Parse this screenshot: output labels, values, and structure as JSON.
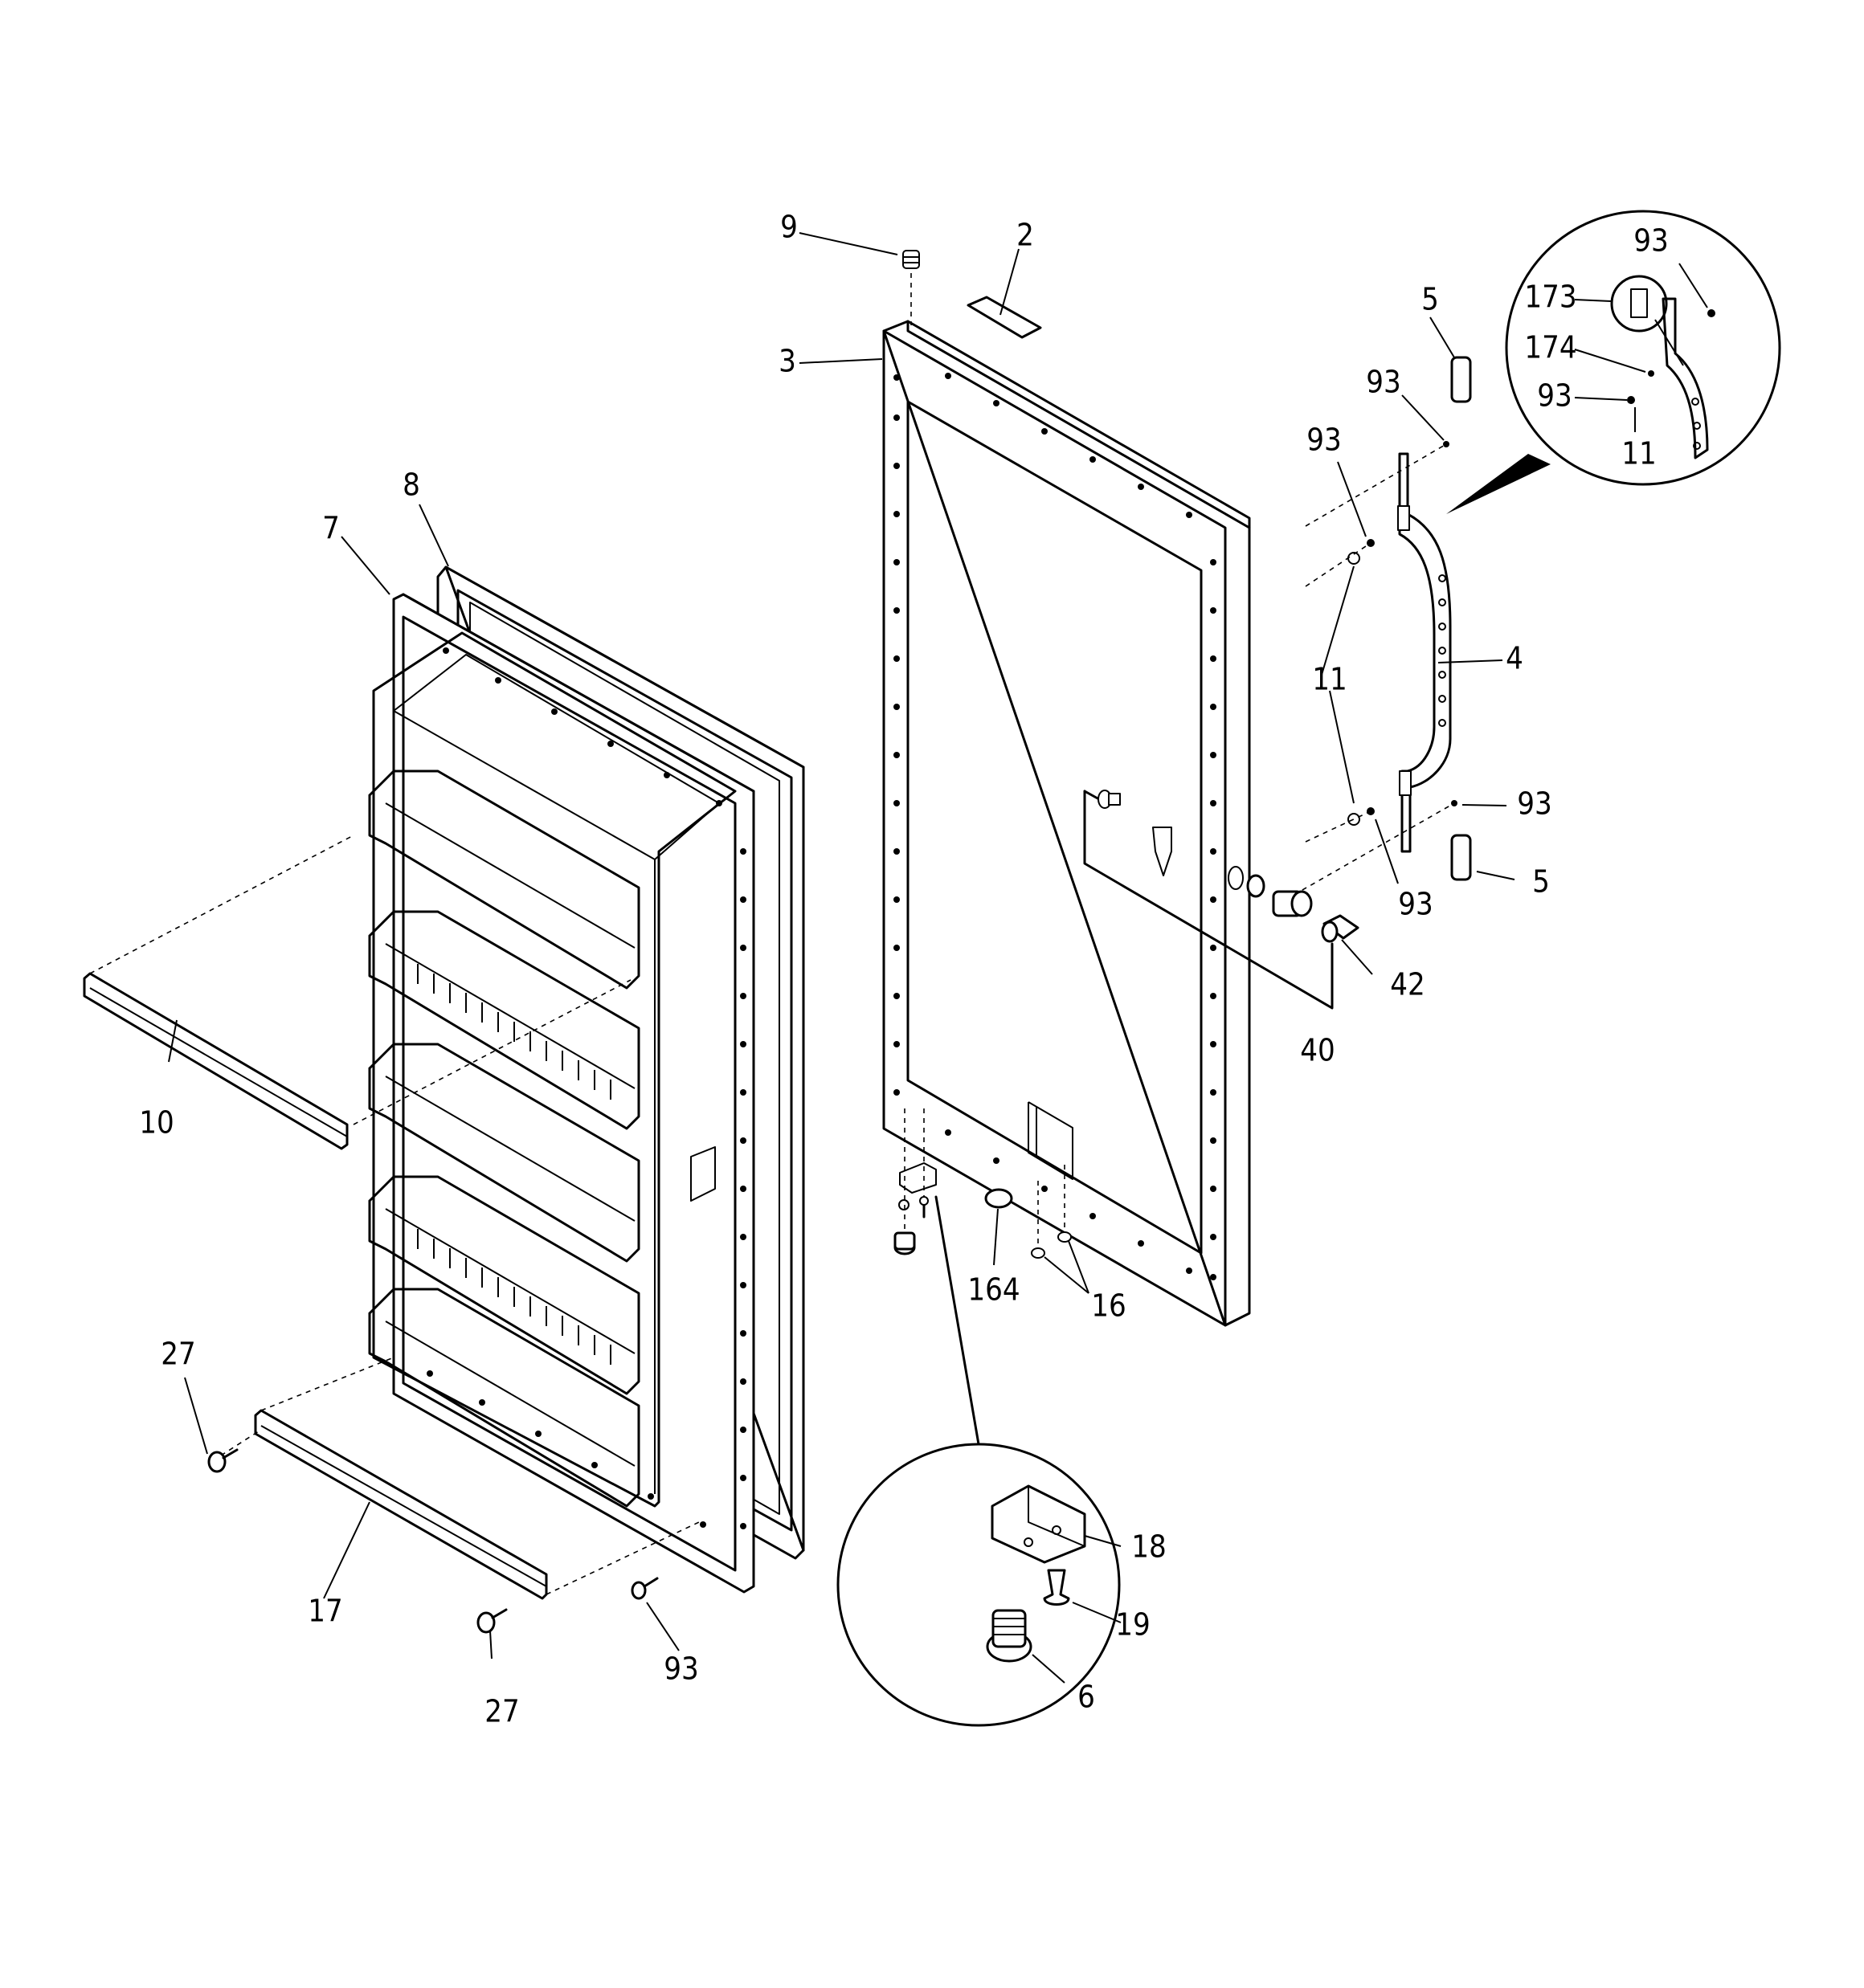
{
  "diagram": {
    "callouts": [
      {
        "id": "c9",
        "text": "9"
      },
      {
        "id": "c2",
        "text": "2"
      },
      {
        "id": "c3",
        "text": "3"
      },
      {
        "id": "c8",
        "text": "8"
      },
      {
        "id": "c7",
        "text": "7"
      },
      {
        "id": "c10",
        "text": "10"
      },
      {
        "id": "c27a",
        "text": "27"
      },
      {
        "id": "c17",
        "text": "17"
      },
      {
        "id": "c27b",
        "text": "27"
      },
      {
        "id": "c93a",
        "text": "93"
      },
      {
        "id": "c5a",
        "text": "5"
      },
      {
        "id": "c93b",
        "text": "93"
      },
      {
        "id": "c93c",
        "text": "93"
      },
      {
        "id": "c11a",
        "text": "11"
      },
      {
        "id": "c4",
        "text": "4"
      },
      {
        "id": "c93d",
        "text": "93"
      },
      {
        "id": "c5b",
        "text": "5"
      },
      {
        "id": "c93e",
        "text": "93"
      },
      {
        "id": "c42",
        "text": "42"
      },
      {
        "id": "c40",
        "text": "40"
      },
      {
        "id": "c164",
        "text": "164"
      },
      {
        "id": "c16",
        "text": "16"
      },
      {
        "id": "c18",
        "text": "18"
      },
      {
        "id": "c19",
        "text": "19"
      },
      {
        "id": "c6",
        "text": "6"
      },
      {
        "id": "c93f",
        "text": "93"
      },
      {
        "id": "c173",
        "text": "173"
      },
      {
        "id": "c174",
        "text": "174"
      },
      {
        "id": "c93g",
        "text": "93"
      },
      {
        "id": "c11b",
        "text": "11"
      }
    ]
  }
}
